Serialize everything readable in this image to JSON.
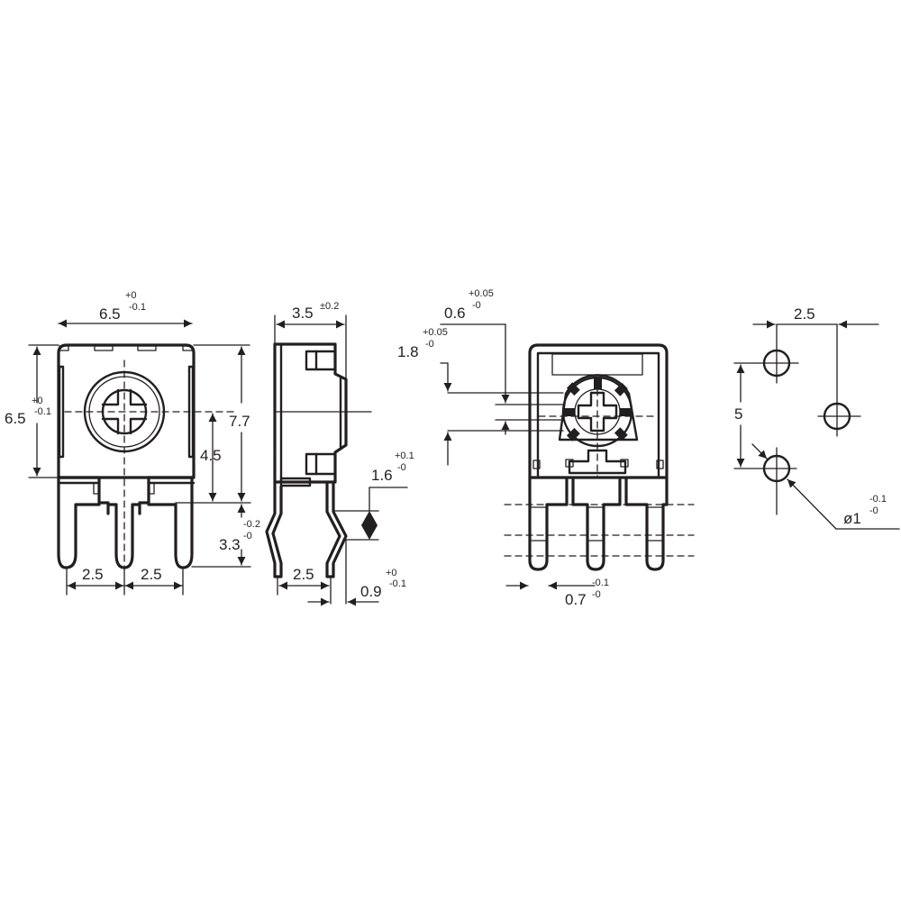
{
  "drawing": {
    "title": "Vertical trimmer potentiometer dimensional drawing",
    "line_color": "#231f20",
    "background": "#ffffff",
    "views": [
      {
        "name": "front-view",
        "dimensions": {
          "width": {
            "value": "6.5",
            "tol_upper": "+0",
            "tol_lower": "-0.1"
          },
          "height": {
            "value": "6.5",
            "tol_upper": "+0",
            "tol_lower": "-0.1"
          },
          "overall_height": {
            "value": "7.7"
          },
          "shaft_center_height": {
            "value": "4.5"
          },
          "pin_length": {
            "value": "3.3",
            "tol_upper": "-0.2",
            "tol_lower": "-0"
          },
          "pin_pitch_left": {
            "value": "2.5"
          },
          "pin_pitch_right": {
            "value": "2.5"
          }
        }
      },
      {
        "name": "side-view",
        "dimensions": {
          "depth": {
            "value": "3.5",
            "tol": "±0.2"
          },
          "kink_height": {
            "value": "1.6",
            "tol_upper": "+0.1",
            "tol_lower": "-0"
          },
          "pin_offset": {
            "value": "2.5"
          },
          "pin_thickness": {
            "value": "0.9",
            "tol_upper": "+0",
            "tol_lower": "-0.1"
          }
        }
      },
      {
        "name": "rear-view",
        "dimensions": {
          "slot_width": {
            "value": "0.6",
            "tol_upper": "+0.05",
            "tol_lower": "-0"
          },
          "rotor_width": {
            "value": "1.8",
            "tol_upper": "+0.05",
            "tol_lower": "-0"
          },
          "pin_width": {
            "value": "0.7",
            "tol_upper": "-0.1",
            "tol_lower": "-0"
          }
        }
      },
      {
        "name": "pcb-hole-layout",
        "dimensions": {
          "horizontal_pitch": {
            "value": "2.5"
          },
          "vertical_pitch": {
            "value": "5"
          },
          "hole_diameter": {
            "value": "ø1",
            "tol_upper": "-0.1",
            "tol_lower": "-0"
          }
        }
      }
    ]
  }
}
